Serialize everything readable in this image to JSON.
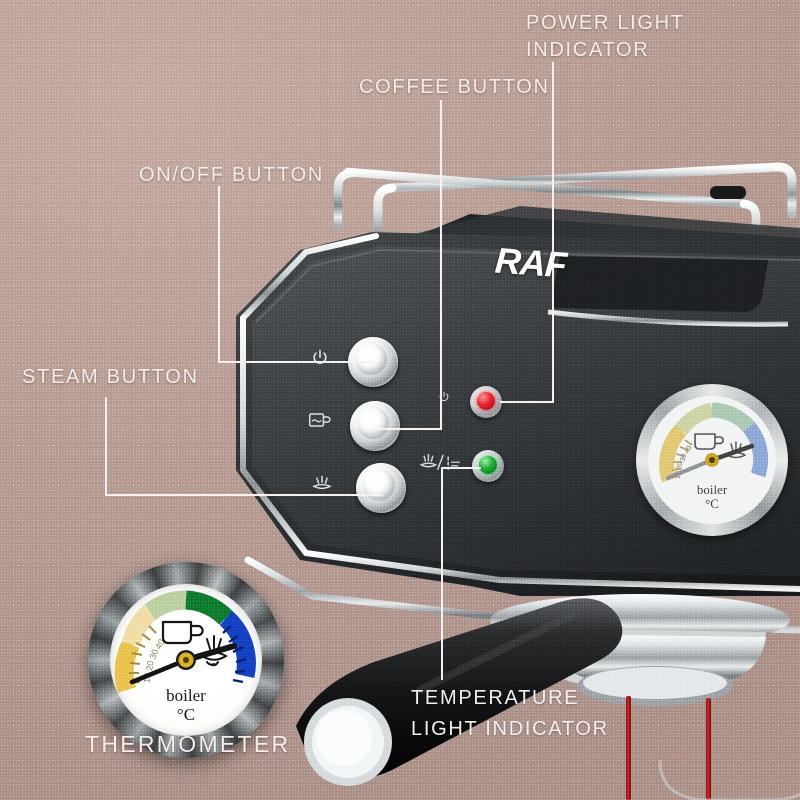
{
  "image": {
    "subject": "RAF espresso coffee machine control panel",
    "brand_logo": "RAF",
    "background_color": "#b79c93",
    "callout_line_color": "#f6f1ee"
  },
  "callouts": [
    {
      "id": "power-light-indicator",
      "label": "POWER LIGHT\nINDICATOR",
      "line1": "POWER LIGHT",
      "line2": "INDICATOR",
      "target": "red-led"
    },
    {
      "id": "coffee-button",
      "label": "COFFEE BUTTON",
      "line1": "COFFEE BUTTON",
      "line2": "",
      "target": "coffee-push-button"
    },
    {
      "id": "on-off-button",
      "label": "ON/OFF BUTTON",
      "line1": "ON/OFF BUTTON",
      "line2": "",
      "target": "power-push-button"
    },
    {
      "id": "steam-button",
      "label": "STEAM BUTTON",
      "line1": "STEAM BUTTON",
      "line2": "",
      "target": "steam-push-button"
    },
    {
      "id": "temperature-light-indicator",
      "label": "TEMPERATURE\nLIGHT INDICATOR",
      "line1": "TEMPERATURE",
      "line2": "LIGHT INDICATOR",
      "target": "green-led"
    },
    {
      "id": "thermometer",
      "label": "THERMOMETER",
      "line1": "THERMOMETER",
      "line2": "",
      "target": "thermometer-detail"
    }
  ],
  "controls": {
    "power_button": {
      "name": "ON/OFF button",
      "icon": "power-icon"
    },
    "coffee_button": {
      "name": "Coffee button",
      "icon": "coffee-cup-icon"
    },
    "steam_button": {
      "name": "Steam button",
      "icon": "steam-icon"
    },
    "power_led": {
      "name": "Power light indicator",
      "color": "#e8202a",
      "icon": "power-small-icon"
    },
    "temp_led": {
      "name": "Temperature light indicator",
      "color": "#1aa832",
      "icon": "steam-thermo-icon"
    }
  },
  "gauge": {
    "caption_line1": "boiler",
    "caption_line2": "°C",
    "tick_labels": [
      "10",
      "20",
      "30",
      "40"
    ],
    "zones": [
      {
        "name": "warm-up",
        "color": "#e8c24a"
      },
      {
        "name": "coffee",
        "color": "#0f7a2e"
      },
      {
        "name": "steam",
        "color": "#1440c4"
      }
    ],
    "icons": [
      "coffee-cup-icon",
      "steam-wand-icon"
    ],
    "needle_reading": "coffee-ready"
  },
  "brand": {
    "logo_text": "RAF"
  }
}
